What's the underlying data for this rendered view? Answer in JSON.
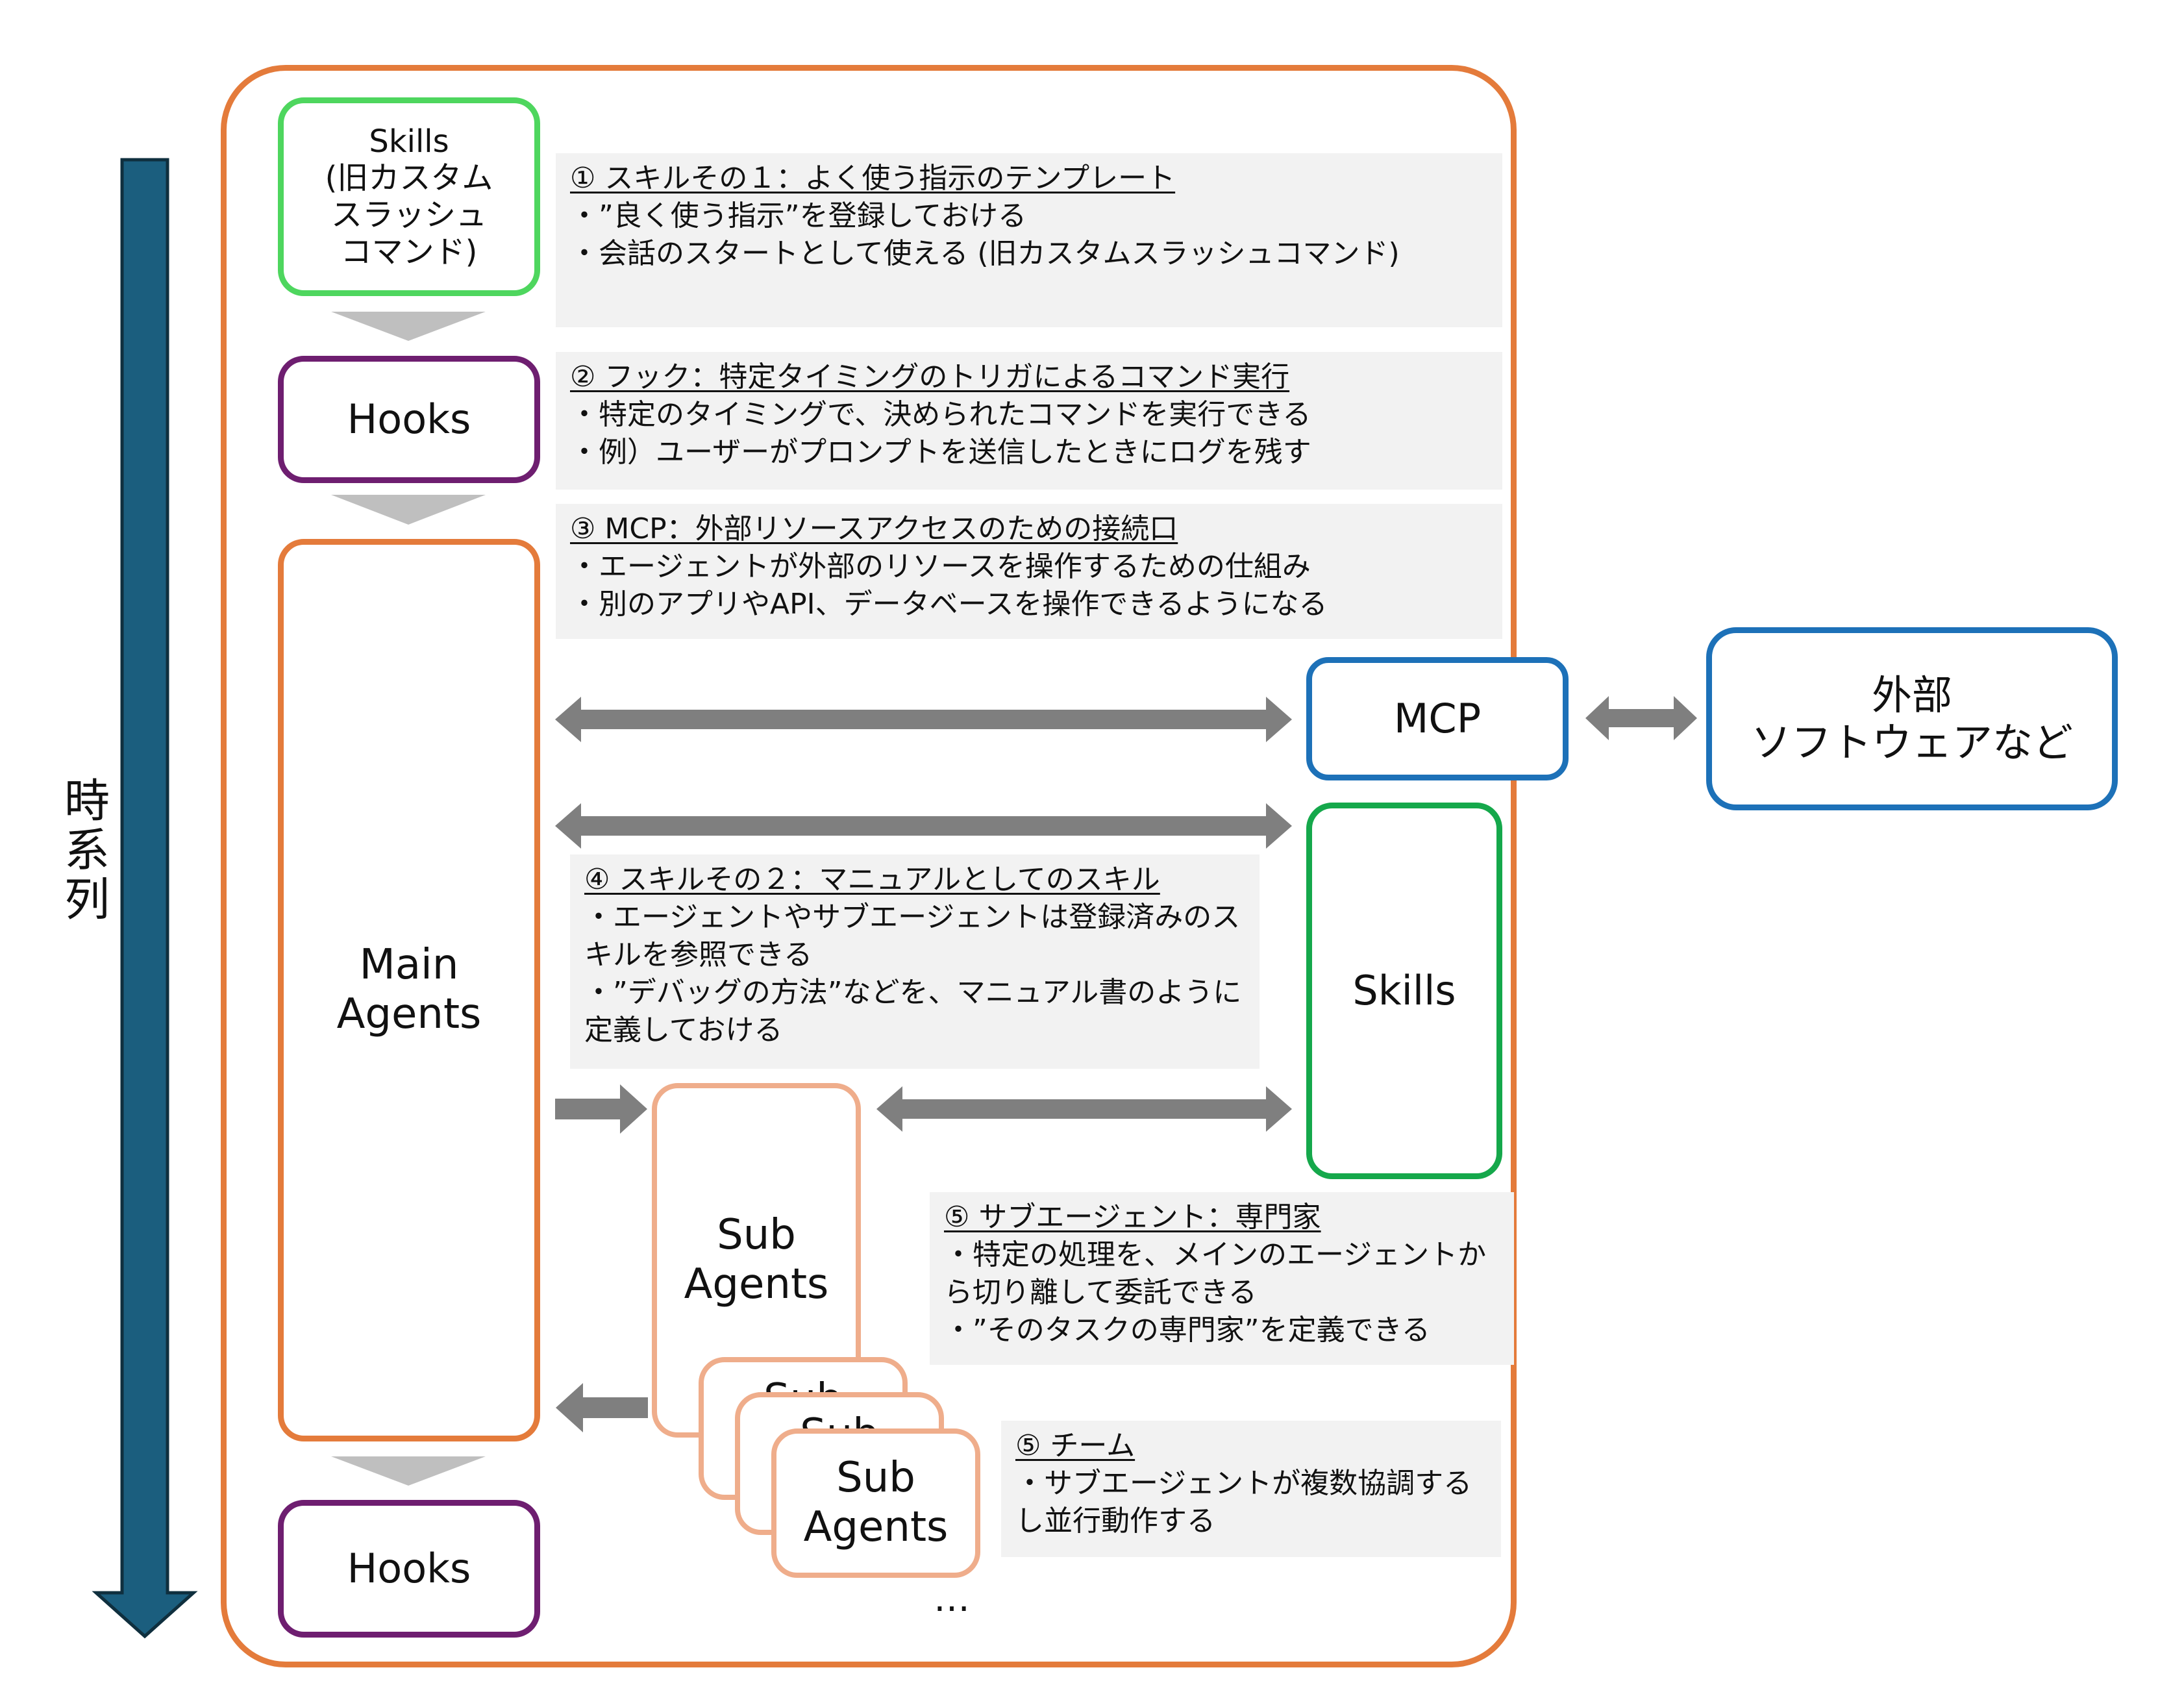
{
  "timeline_label": "時系列",
  "nodes": {
    "skills_top": "Skills\n(旧カスタム\nスラッシュ\nコマンド)",
    "hooks_top": "Hooks",
    "main_agents": "Main\nAgents",
    "hooks_bottom": "Hooks",
    "mcp": "MCP",
    "external": "外部\nソフトウェアなど",
    "skills_right": "Skills",
    "sub_agents": "Sub\nAgents",
    "sub_agents_stack_front": "Sub\nAgents",
    "sub_agents_stack_partial": "Sub",
    "more": "…"
  },
  "notes": [
    {
      "title": "① スキルその１：よく使う指示のテンプレート",
      "lines": [
        "・”良く使う指示”を登録しておける",
        "・会話のスタートとして使える (旧カスタムスラッシュコマンド)"
      ]
    },
    {
      "title": "② フック：特定タイミングのトリガによるコマンド実行",
      "lines": [
        "・特定のタイミングで、決められたコマンドを実行できる",
        "・例）ユーザーがプロンプトを送信したときにログを残す"
      ]
    },
    {
      "title": "③ MCP：外部リソースアクセスのための接続口",
      "lines": [
        "・エージェントが外部のリソースを操作するための仕組み",
        "・別のアプリやAPI、データベースを操作できるようになる"
      ]
    },
    {
      "title": "④ スキルその２：マニュアルとしてのスキル",
      "lines": [
        "・エージェントやサブエージェントは登録済みのスキルを参照できる",
        "・”デバッグの方法”などを、マニュアル書のように定義しておける"
      ]
    },
    {
      "title": "⑤ サブエージェント：専門家",
      "lines": [
        "・特定の処理を、メインのエージェントから切り離して委託できる",
        "・”そのタスクの専門家”を定義できる"
      ]
    },
    {
      "title": "⑤ チーム",
      "lines": [
        "・サブエージェントが複数協調するし並行動作する"
      ]
    }
  ],
  "colors": {
    "frame": "#E47B3B",
    "skills_light": "#4ED65E",
    "hooks": "#6E1E70",
    "mcp_external": "#1D71B8",
    "skills_dark": "#15A84B",
    "sub_agents": "#EFAD8B",
    "arrows": "#7F7F7F",
    "chevrons": "#BFBFBF",
    "timeline": "#1B5E7E",
    "note_bg": "#F2F2F2"
  }
}
